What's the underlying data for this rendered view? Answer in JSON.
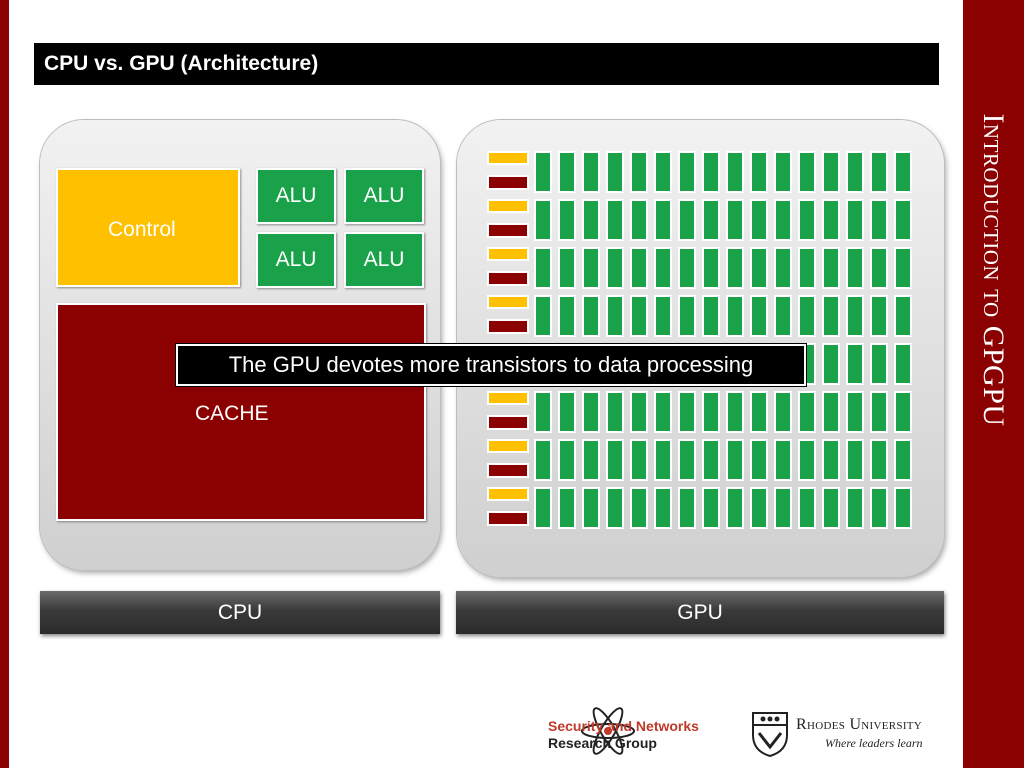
{
  "slide": {
    "title": "CPU vs. GPU (Architecture)",
    "side_title": "Introduction to GPGPU"
  },
  "cpu": {
    "control_label": "Control",
    "alu_labels": [
      "ALU",
      "ALU",
      "ALU",
      "ALU"
    ],
    "cache_label": "CACHE",
    "footer_label": "CPU"
  },
  "gpu": {
    "rows": 8,
    "alus_per_row": 16,
    "footer_label": "GPU"
  },
  "caption": "The GPU devotes more transistors to data processing",
  "logos": {
    "group_line1": "Security and Networks",
    "group_line2": "Research Group",
    "university": "Rhodes University",
    "motto": "Where leaders learn"
  },
  "colors": {
    "brand_red": "#8b0000",
    "control_yellow": "#ffc000",
    "alu_green": "#1aa24a",
    "cache_red": "#8b0000"
  }
}
